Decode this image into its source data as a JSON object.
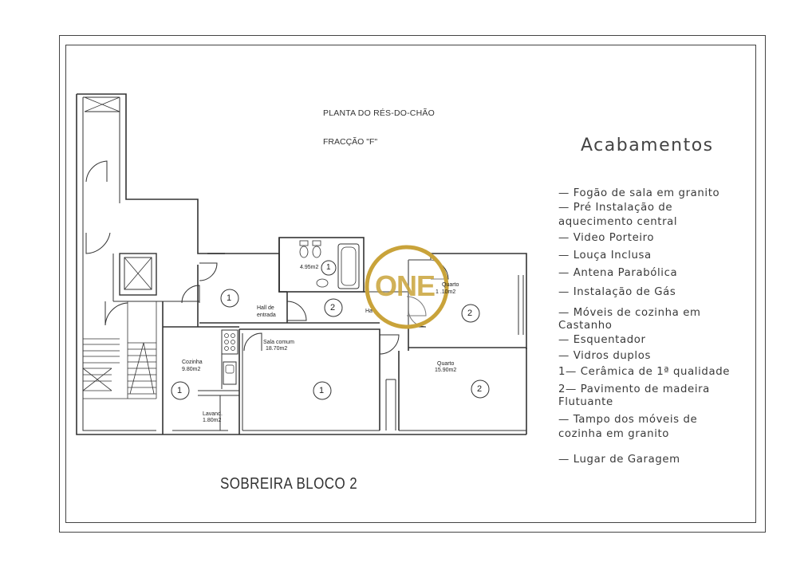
{
  "plan": {
    "title": "PLANTA DO RÉS-DO-CHÃO",
    "fraction": "FRACÇÃO \"F\"",
    "block": "SOBREIRA BLOCO 2"
  },
  "rooms": {
    "wc_area": "4.95m2",
    "hall_entrada_1": "Hall de",
    "hall_entrada_2": "entrada",
    "hall2": "Ha",
    "sala_1": "Sala comum",
    "sala_2": "18.70m2",
    "cozinha_1": "Cozinha",
    "cozinha_2": "9.80m2",
    "lavand_1": "Lavand.",
    "lavand_2": "1.80m2",
    "quarto1_1": "Quarto",
    "quarto1_2": "1 .10m2",
    "quarto2_1": "Quarto",
    "quarto2_2": "15.90m2"
  },
  "markers": {
    "hall": "1",
    "wc": "1",
    "hall2": "2",
    "quarto1": "2",
    "cozinha": "1",
    "sala": "1",
    "quarto2": "2"
  },
  "watermark": "ONE",
  "finishes": {
    "title": "Acabamentos",
    "items": [
      "— Fogão de sala em granito",
      "— Pré Instalação de",
      "aquecimento central",
      "— Video Porteiro",
      "— Louça Inclusa",
      "— Antena Parabólica",
      "— Instalação de Gás",
      "— Móveis de cozinha em",
      "Castanho",
      "— Esquentador",
      "— Vidros duplos",
      "1— Cerâmica de 1ª qualidade",
      "2— Pavimento de madeira",
      "Flutuante",
      "— Tampo dos móveis de",
      "cozinha em granito",
      "— Lugar de Garagem"
    ]
  }
}
